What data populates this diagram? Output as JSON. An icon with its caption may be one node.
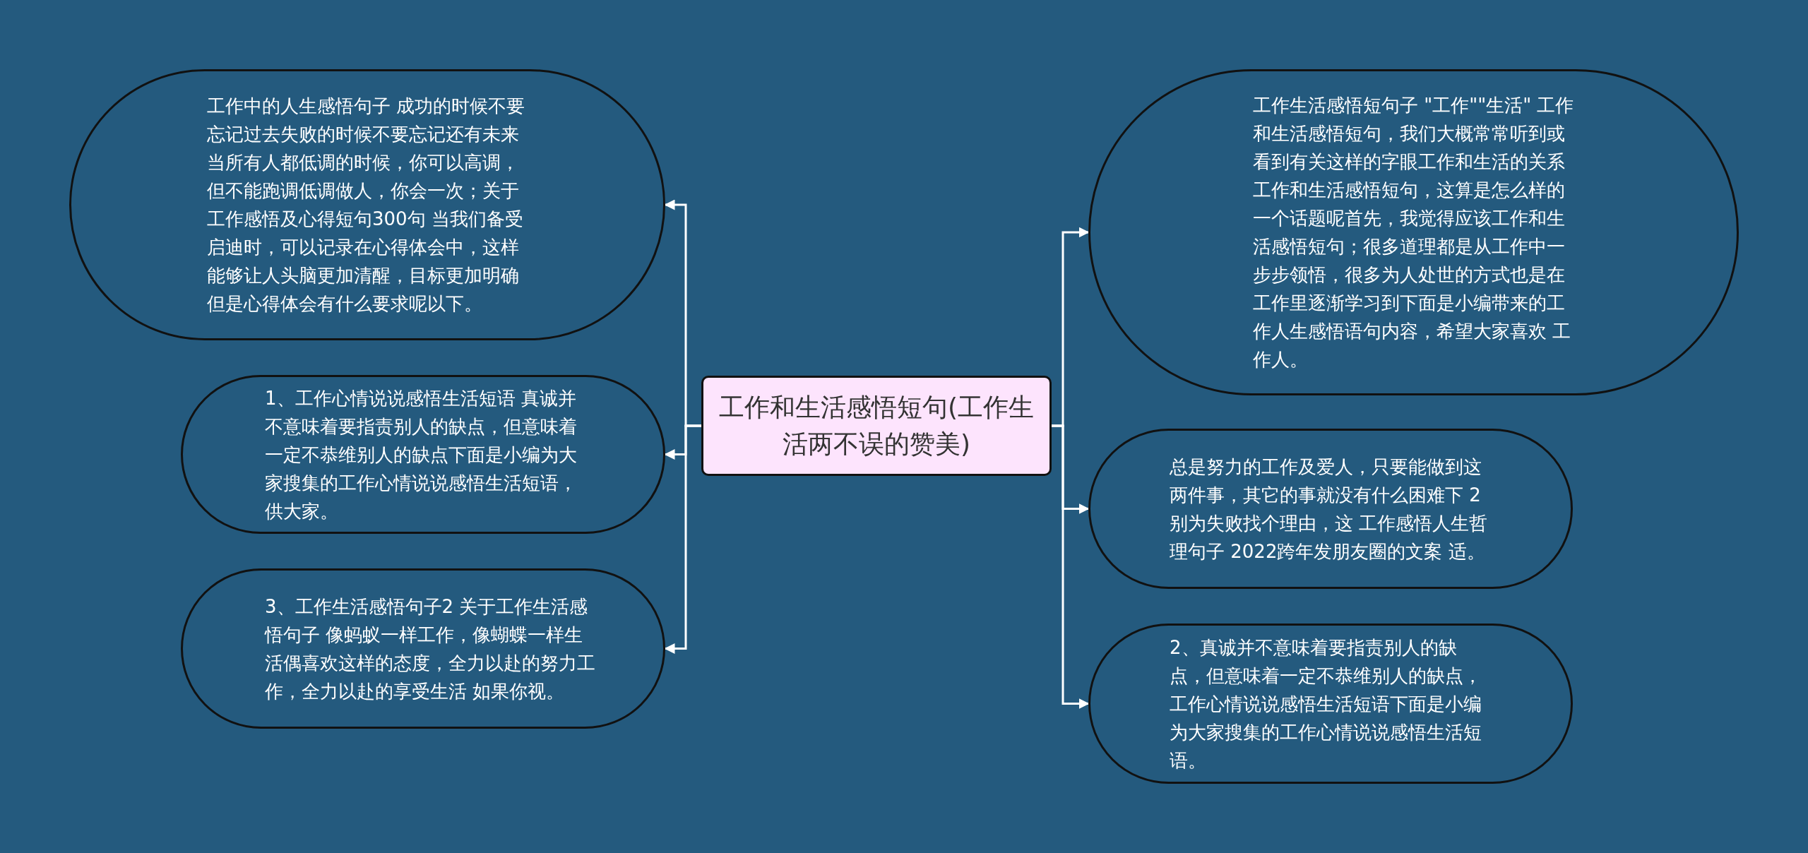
{
  "diagram": {
    "nodes": [
      {
        "text": [
          "工作和生活感悟短句(工作生活两不误的赞美)"
        ]
      },
      {
        "text": [
          "工作中的人生感悟句子 成功的时候不要忘记过去失败的时候不要忘记还有未来当所有人都低调的时候，你可以高调，但不能跑调低调做人，你会一次；关于工作感悟及心得短句300句 当我们备受启迪时，可以记录在心得体会中，这样能够让人头脑更加清醒，目标更加明确但是心得体会有什么要求呢以下。"
        ]
      },
      {
        "text": [
          "1、工作心情说说感悟生活短语 真诚并不意味着要指责别人的缺点，但意味着一定不恭维别人的缺点下面是小编为大家搜集的工作心情说说感悟生活短语，供大家。"
        ]
      },
      {
        "text": [
          "3、工作生活感悟句子2 关于工作生活感悟句子 像蚂蚁一样工作，像蝴蝶一样生活偶喜欢这样的态度，全力以赴的努力工作，全力以赴的享受生活 如果你视。"
        ]
      },
      {
        "text": [
          "工作生活感悟短句子 \"工作\"\"生活\" 工作和生活感悟短句，我们大概常常听到或看到有关这样的字眼工作和生活的关系工作和生活感悟短句，这算是怎么样的一个话题呢首先，我觉得应该工作和生活感悟短句；很多道理都是从工作中一步步领悟，很多为人处世的方式也是在工作里逐渐学习到下面是小编带来的工作人生感悟语句内容，希望大家喜欢 工作人。"
        ]
      },
      {
        "text": [
          "总是努力的工作及爱人，只要能做到这两件事，其它的事就没有什么困难下 2 别为失败找个理由，这 工作感悟人生哲理句子 2022跨年发朋友圈的文案 适。"
        ]
      },
      {
        "text": [
          "2、真诚并不意味着要指责别人的缺点，但意味着一定不恭维别人的缺点，工作心情说说感悟生活短语下面是小编为大家搜集的工作心情说说感悟生活短语。"
        ]
      }
    ],
    "edges": [
      {
        "from": 0,
        "to": 1,
        "arrow": "to"
      },
      {
        "from": 0,
        "to": 2,
        "arrow": "to"
      },
      {
        "from": 0,
        "to": 3,
        "arrow": "to"
      },
      {
        "from": 0,
        "to": 4,
        "arrow": "to"
      },
      {
        "from": 0,
        "to": 5,
        "arrow": "to"
      },
      {
        "from": 0,
        "to": 6,
        "arrow": "to"
      }
    ]
  }
}
